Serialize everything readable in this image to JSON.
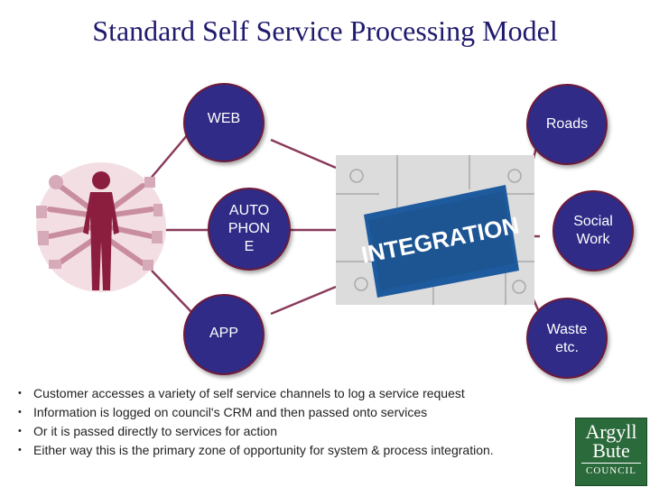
{
  "title": "Standard Self Service Processing Model",
  "channels": [
    {
      "label": "WEB"
    },
    {
      "label": "AUTO\nPHON\nE"
    },
    {
      "label": "APP"
    }
  ],
  "services": [
    {
      "label": "Roads"
    },
    {
      "label": "Social\nWork"
    },
    {
      "label": "Waste\netc."
    }
  ],
  "integration_label": "INTEGRATION",
  "bullets": [
    "Customer accesses a variety of self service channels to log a service request",
    "Information is logged on council's CRM and then passed onto services",
    "Or it is passed directly to services for action",
    "Either way this is the primary zone of opportunity for system & process integration."
  ],
  "logo": {
    "line1": "Argyll",
    "line2": "Bute",
    "line3": "COUNCIL"
  },
  "colors": {
    "circle_fill": "#2f2b86",
    "connector": "#8a3a5c",
    "title": "#1f1b6e",
    "puzzle_blue": "#1e5b9e",
    "logo_green": "#2b6a3a"
  }
}
